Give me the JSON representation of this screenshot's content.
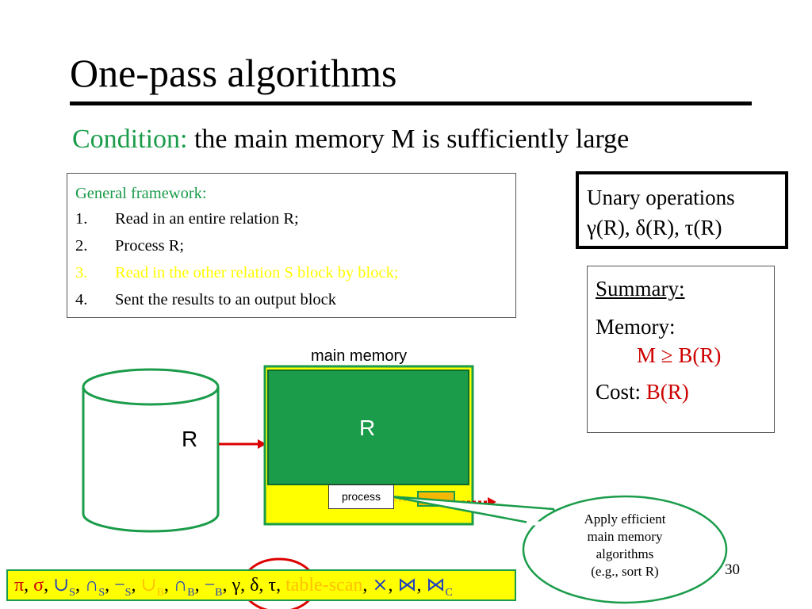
{
  "title": "One-pass algorithms",
  "condition": {
    "label": "Condition:",
    "text": " the main memory M is sufficiently large"
  },
  "framework": {
    "title": "General framework:",
    "steps": [
      {
        "num": "1.",
        "text": "Read in an entire relation R;"
      },
      {
        "num": "2.",
        "text": "Process R;"
      },
      {
        "num": "3.",
        "text": "Read in the other relation S block by block;"
      },
      {
        "num": "4.",
        "text": "Sent the results to an output block"
      }
    ]
  },
  "unary": {
    "line1": "Unary operations",
    "line2": "γ(R),  δ(R),  τ(R)"
  },
  "summary": {
    "title": "Summary:",
    "memory_label": "Memory:",
    "memory_value": "M ≥ B(R)",
    "cost_label": "Cost:",
    "cost_value": "B(R)"
  },
  "diagram": {
    "main_memory_label": "main memory",
    "disk_label": "R",
    "buffer_label": "R",
    "process_label": "process"
  },
  "callout": {
    "line1": "Apply efficient",
    "line2": "main memory",
    "line3": "algorithms",
    "line4": "(e.g., sort R)"
  },
  "page_number": "30",
  "ops": {
    "pi": "π",
    "sigma": "σ",
    "union_s": "∪",
    "inter_s": "∩",
    "minus_s": "−",
    "union_b": "∪",
    "inter_b": "∩",
    "minus_b": "−",
    "sub_s": "S",
    "sub_b": "B",
    "gamma": "γ",
    "delta": "δ",
    "tau": "τ",
    "table_scan": "table-scan",
    "cross": "⨯",
    "join": "⋈",
    "join_c": "⋈",
    "sub_c": "C"
  },
  "colors": {
    "green": "#1a9c4a",
    "red": "#cc0000",
    "yellow": "#ffff00",
    "orange": "#f5b800"
  }
}
